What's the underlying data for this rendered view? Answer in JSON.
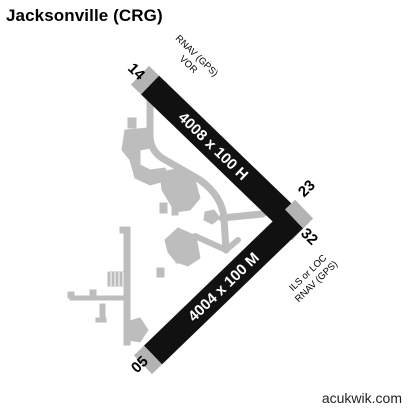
{
  "title": "Jacksonville (CRG)",
  "runways": {
    "r14_32": {
      "dimensions": "4008 x 100 H",
      "end_a": "14",
      "end_b": "32"
    },
    "r05_23": {
      "dimensions": "4004 x 100 M",
      "end_a": "05",
      "end_b": "23"
    }
  },
  "approaches": {
    "rwy14": [
      "RNAV (GPS)",
      "VOR"
    ],
    "rwy32": [
      "ILS or LOC",
      "RNAV (GPS)"
    ]
  },
  "watermark": "acukwik.com",
  "colors": {
    "runway": "#111111",
    "runway_end": "#b3b3b3",
    "facility": "#bdbdbd"
  }
}
